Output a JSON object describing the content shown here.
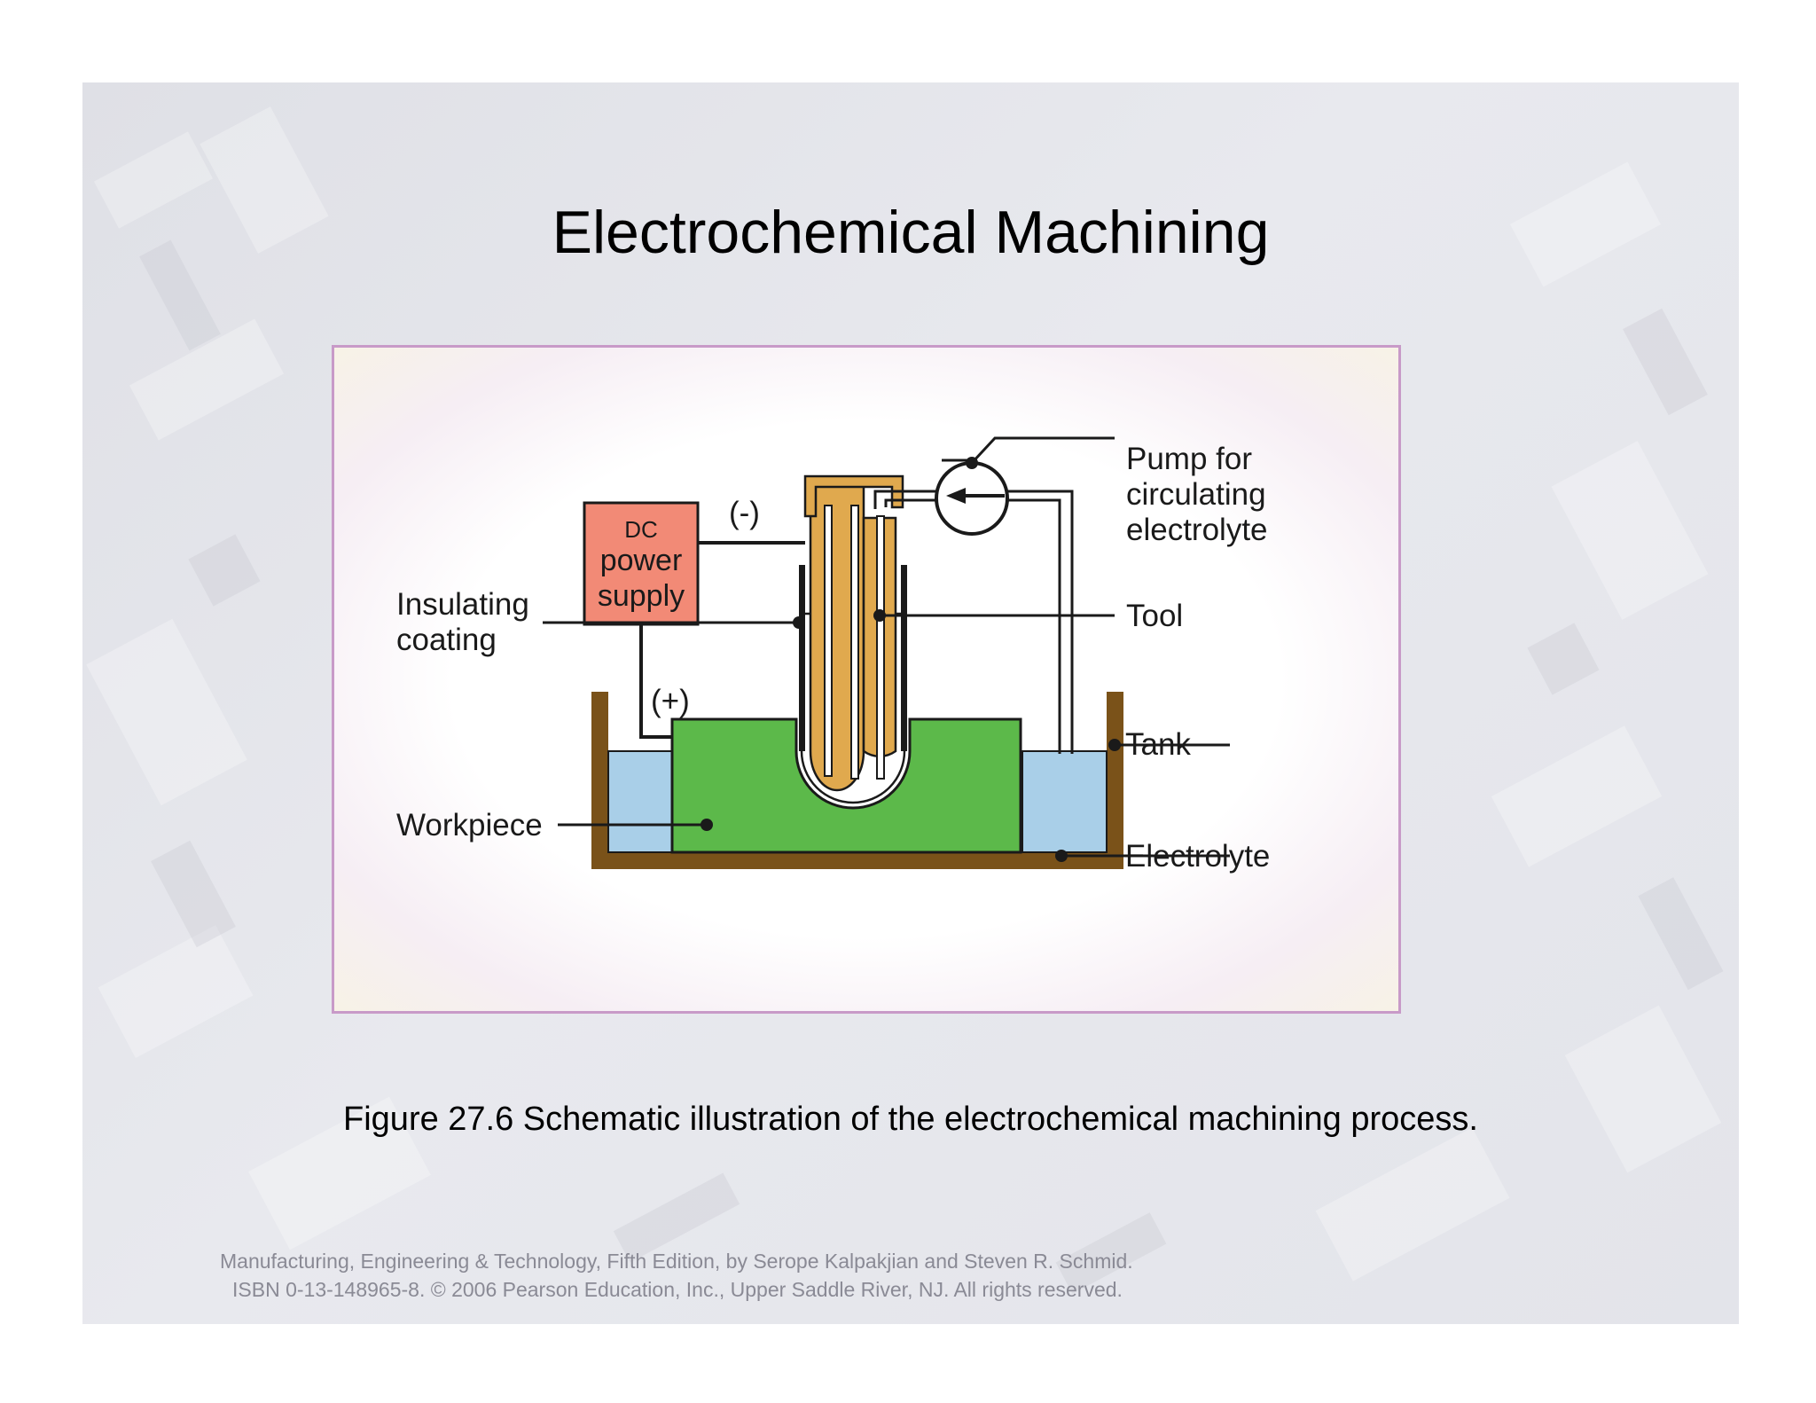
{
  "slide": {
    "title": "Electrochemical Machining",
    "caption": "Figure 27.6  Schematic illustration of the electrochemical machining process.",
    "footer_line1": "Manufacturing, Engineering & Technology, Fifth Edition, by Serope Kalpakjian and Steven R. Schmid.",
    "footer_line2": "ISBN 0-13-148965-8. © 2006 Pearson Education, Inc., Upper Saddle River, NJ.  All rights reserved."
  },
  "diagram": {
    "psu_line1": "DC",
    "psu_line2": "power",
    "psu_line3": "supply",
    "negative": "(-)",
    "positive": "(+)",
    "pump_line1": "Pump for",
    "pump_line2": "circulating",
    "pump_line3": "electrolyte",
    "tool": "Tool",
    "tank": "Tank",
    "electrolyte": "Electrolyte",
    "insulating_line1": "Insulating",
    "insulating_line2": "coating",
    "workpiece": "Workpiece",
    "colors": {
      "power_supply": "#f28a76",
      "workpiece": "#5cb94a",
      "electrolyte": "#a9cfe8",
      "tank": "#7a5219",
      "tool": "#e0a94e",
      "frame_border": "#c89ac8"
    }
  }
}
